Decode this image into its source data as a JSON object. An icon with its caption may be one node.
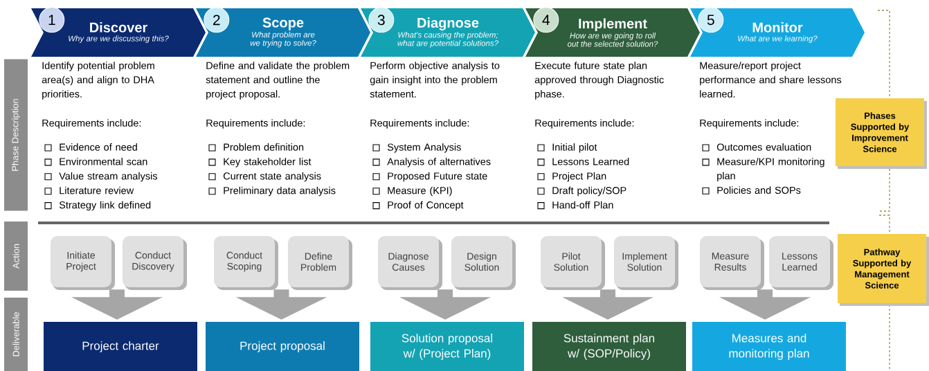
{
  "diagram": {
    "nodes": [
      {
        "text": [
          "1",
          "Discover",
          "Why are we discussing this?"
        ]
      },
      {
        "text": [
          "2",
          "Scope",
          "What problem are we trying to solve?"
        ]
      },
      {
        "text": [
          "3",
          "Diagnose",
          "What's causing the problem; what are potential solutions?"
        ]
      },
      {
        "text": [
          "4",
          "Implement",
          "How are we going to roll out the selected solution?"
        ]
      },
      {
        "text": [
          "5",
          "Monitor",
          "What are we learning?"
        ]
      },
      {
        "text": [
          "Phase Description"
        ]
      },
      {
        "text": [
          "Action"
        ]
      },
      {
        "text": [
          "Deliverable"
        ]
      },
      {
        "text": [
          "Initiate Project"
        ]
      },
      {
        "text": [
          "Conduct Discovery"
        ]
      },
      {
        "text": [
          "Conduct Scoping"
        ]
      },
      {
        "text": [
          "Define Problem"
        ]
      },
      {
        "text": [
          "Diagnose Causes"
        ]
      },
      {
        "text": [
          "Design Solution"
        ]
      },
      {
        "text": [
          "Pilot Solution"
        ]
      },
      {
        "text": [
          "Implement Solution"
        ]
      },
      {
        "text": [
          "Measure Results"
        ]
      },
      {
        "text": [
          "Lessons Learned"
        ]
      },
      {
        "text": [
          "Project charter"
        ]
      },
      {
        "text": [
          "Project proposal"
        ]
      },
      {
        "text": [
          "Solution proposal w/ (Project Plan)"
        ]
      },
      {
        "text": [
          "Sustainment plan w/ (SOP/Policy)"
        ]
      },
      {
        "text": [
          "Measures and monitoring plan"
        ]
      },
      {
        "text": [
          "Phases Supported by Improvement Science"
        ]
      },
      {
        "text": [
          "Pathway Supported by Management Science"
        ]
      }
    ],
    "edges": [
      {
        "from": 8,
        "to": 18,
        "arrow": "to"
      },
      {
        "from": 9,
        "to": 18,
        "arrow": "to"
      },
      {
        "from": 10,
        "to": 19,
        "arrow": "to"
      },
      {
        "from": 11,
        "to": 19,
        "arrow": "to"
      },
      {
        "from": 12,
        "to": 20,
        "arrow": "to"
      },
      {
        "from": 13,
        "to": 20,
        "arrow": "to"
      },
      {
        "from": 14,
        "to": 21,
        "arrow": "to"
      },
      {
        "from": 15,
        "to": 21,
        "arrow": "to"
      },
      {
        "from": 16,
        "to": 22,
        "arrow": "to"
      },
      {
        "from": 17,
        "to": 22,
        "arrow": "to"
      }
    ],
    "labels": [
      "Identify potential problem area(s) and align to DHA priorities.",
      "Requirements include:",
      "Evidence of need",
      "Environmental scan",
      "Value stream analysis",
      "Literature review",
      "Strategy link defined",
      "Define and validate the problem statement and outline the project proposal.",
      "Requirements include:",
      "Problem definition",
      "Key stakeholder list",
      "Current state analysis",
      "Preliminary data analysis",
      "Perform objective analysis to gain insight into the problem statement.",
      "Requirements include:",
      "System Analysis",
      "Analysis of alternatives",
      "Proposed Future state",
      "Measure (KPI)",
      "Proof of Concept",
      "Execute future state plan approved through Diagnostic phase.",
      "Requirements include:",
      "Initial pilot",
      "Lessons Learned",
      "Project Plan",
      "Draft policy/SOP",
      "Hand-off Plan",
      "Measure/report project performance and share lessons learned.",
      "Requirements include:",
      "Outcomes evaluation",
      "Measure/KPI monitoring plan",
      "Policies and SOPs"
    ]
  }
}
